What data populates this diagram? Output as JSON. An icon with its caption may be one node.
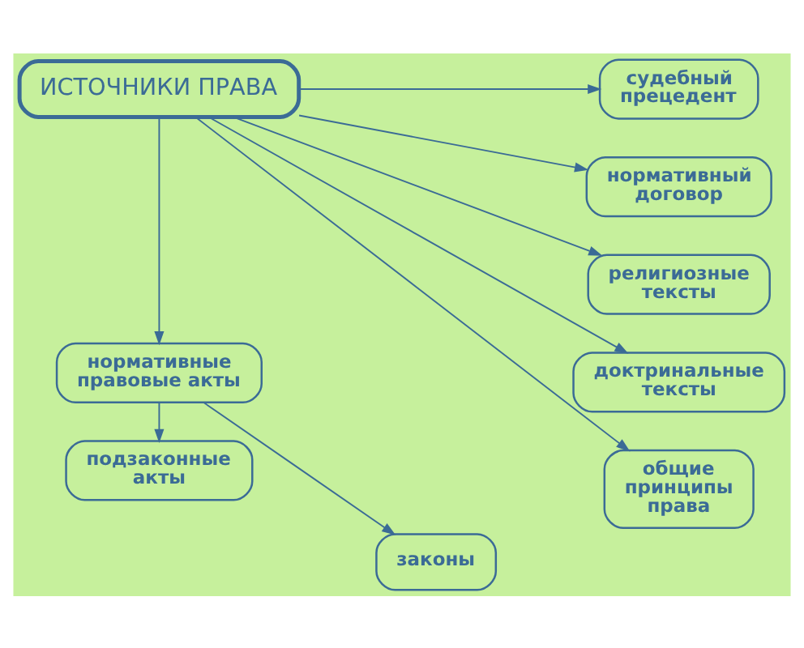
{
  "diagram": {
    "nodes": [
      {
        "text": [
          "ИСТОЧНИКИ ПРАВА"
        ]
      },
      {
        "text": [
          "нормативные правовые акты"
        ]
      },
      {
        "text": [
          "законы"
        ]
      },
      {
        "text": [
          "подзаконные акты"
        ]
      },
      {
        "text": [
          "судебный прецедент"
        ]
      },
      {
        "text": [
          "нормативный договор"
        ]
      },
      {
        "text": [
          "религиозные тексты"
        ]
      },
      {
        "text": [
          "доктринальные тексты"
        ]
      },
      {
        "text": [
          "общие принципы права"
        ]
      }
    ],
    "edges": [
      {
        "from": 0,
        "to": 1,
        "arrow": "to"
      },
      {
        "from": 1,
        "to": 2,
        "arrow": "to"
      },
      {
        "from": 1,
        "to": 3,
        "arrow": "to"
      },
      {
        "from": 0,
        "to": 4,
        "arrow": "to"
      },
      {
        "from": 0,
        "to": 5,
        "arrow": "to"
      },
      {
        "from": 0,
        "to": 6,
        "arrow": "to"
      },
      {
        "from": 0,
        "to": 7,
        "arrow": "to"
      },
      {
        "from": 0,
        "to": 8,
        "arrow": "to"
      }
    ]
  }
}
